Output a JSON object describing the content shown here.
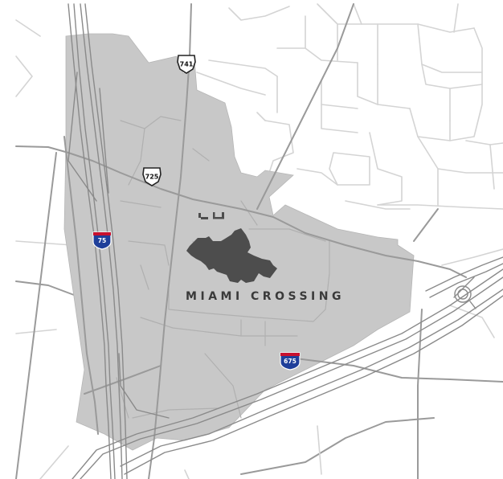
{
  "map": {
    "district": {
      "label": "MIAMI CROSSING",
      "fill": "#c8c8c8"
    },
    "shields": {
      "us_741": {
        "number": "741"
      },
      "us_725": {
        "number": "725"
      },
      "i_75": {
        "number": "75"
      },
      "i_675": {
        "number": "675"
      }
    },
    "colors": {
      "background": "#ffffff",
      "minor_road": "#d4d4d4",
      "major_road": "#9a9a9a",
      "highway": "#8a8a8a",
      "building": "#4d4d4d",
      "interstate_blue": "#1f3f9a",
      "interstate_red": "#c8102e"
    }
  }
}
